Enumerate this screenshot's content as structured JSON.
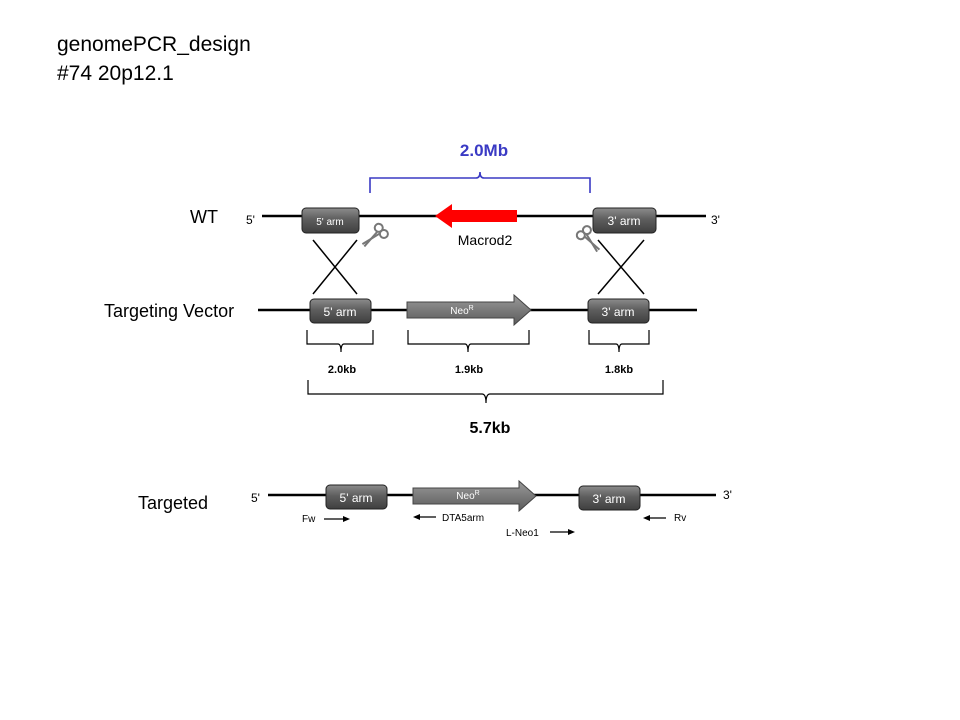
{
  "header": {
    "line1": "genomePCR_design",
    "line2": "#74  20p12.1"
  },
  "wt": {
    "label": "WT",
    "five_prime": "5'",
    "three_prime": "3'",
    "arm5": "5' arm",
    "arm3": "3' arm",
    "gene": "Macrod2",
    "deletion": "2.0Mb"
  },
  "vector": {
    "label": "Targeting Vector",
    "arm5": "5' arm",
    "neo": "NeoR",
    "arm3": "3' arm",
    "size_arm5": "2.0kb",
    "size_neo": "1.9kb",
    "size_arm3": "1.8kb",
    "size_total": "5.7kb"
  },
  "targeted": {
    "label": "Targeted",
    "five_prime": "5'",
    "three_prime": "3'",
    "arm5": "5' arm",
    "neo": "NeoR",
    "arm3": "3' arm",
    "primers": {
      "fw": "Fw",
      "dta": "DTA5arm",
      "lneo": "L-Neo1",
      "rv": "Rv"
    }
  },
  "colors": {
    "gene_arrow": "#ff0000",
    "bracket_mb": "#3a3ac4",
    "arm_box": "#5a5a5a",
    "neo_arrow": "#7d7d7d"
  }
}
